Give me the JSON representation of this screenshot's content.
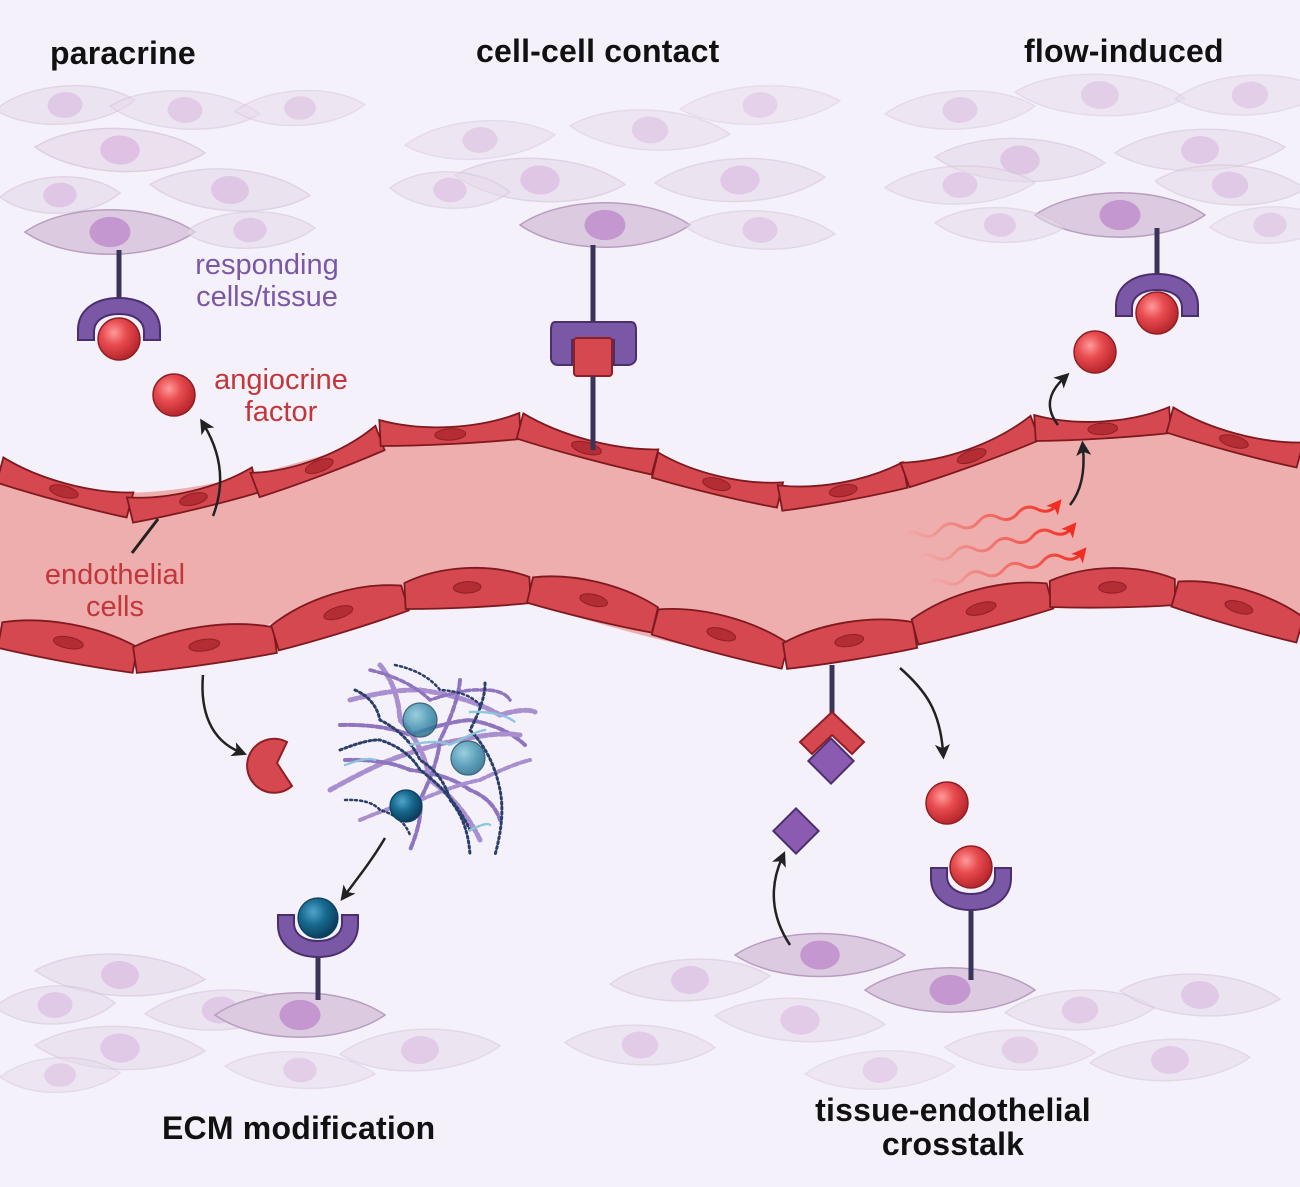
{
  "titles": {
    "paracrine": "paracrine",
    "cell_cell_contact": "cell-cell contact",
    "flow_induced": "flow-induced",
    "ecm_modification": "ECM modification",
    "crosstalk_line1": "tissue-endothelial",
    "crosstalk_line2": "crosstalk"
  },
  "labels": {
    "responding_line1": "responding",
    "responding_line2": "cells/tissue",
    "angiocrine_line1": "angiocrine",
    "angiocrine_line2": "factor",
    "endothelial_line1": "endothelial",
    "endothelial_line2": "cells"
  },
  "colors": {
    "background": "#f5f1fa",
    "responding_cell": "#e3d3e6",
    "responding_nucleus": "#cda3d6",
    "endothelial_cell": "#d6484f",
    "vessel_lumen": "#efaeae",
    "receptor": "#7b58a6",
    "angiocrine_factor": "#e0474c",
    "ecm_factor": "#1b6e93",
    "label_purple": "#7b58a6",
    "label_red": "#c1373b"
  }
}
